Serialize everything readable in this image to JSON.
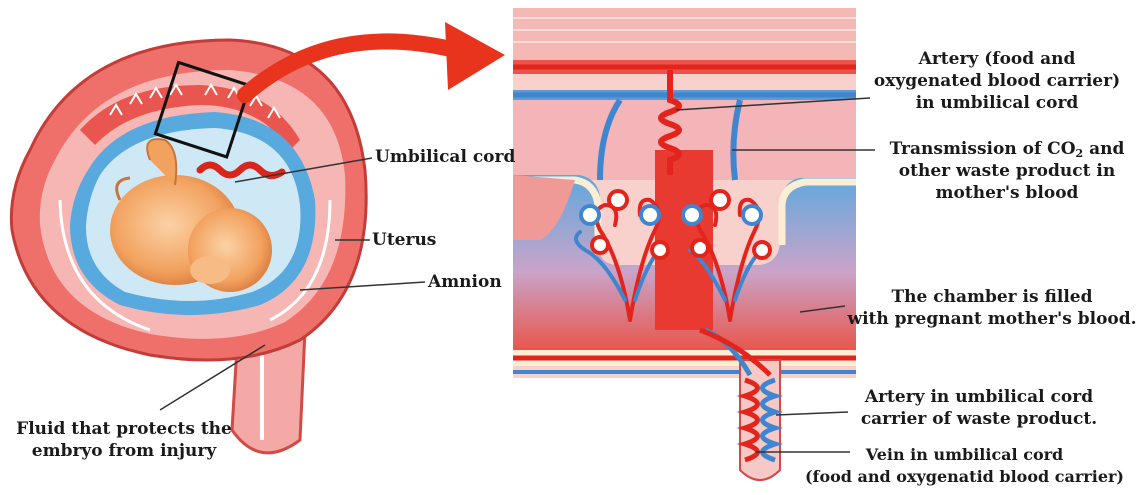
{
  "colors": {
    "uterus_outer": "#ef6f6b",
    "uterus_inner": "#f6b6b4",
    "amnion": "#58a9dd",
    "fluid": "#d3ebf7",
    "artery": "#e3241c",
    "vein": "#3f86cf",
    "embryo": "#f2a25f",
    "arrow": "#e8341c",
    "background": "#ffffff"
  },
  "labels": {
    "umbilical_cord": "Umbilical cord",
    "uterus": "Uterus",
    "amnion": "Amnion",
    "fluid_line1": "Fluid that protects the",
    "fluid_line2": "embryo from injury",
    "artery_food_line1": "Artery (food and",
    "artery_food_line2": "oxygenated blood carrier)",
    "artery_food_line3": "in umbilical cord",
    "transmission_line1_pre": "Transmission of CO",
    "transmission_line1_sub": "2",
    "transmission_line1_post": " and",
    "transmission_line2": "other waste product in",
    "transmission_line3": "mother's blood",
    "chamber_line1": "The chamber is filled",
    "chamber_line2": "with pregnant mother's blood.",
    "artery_waste_line1": "Artery in umbilical cord",
    "artery_waste_line2": "carrier of waste product.",
    "vein_line1": "Vein in umbilical cord",
    "vein_line2": "(food and oxygenatid blood carrier)"
  }
}
